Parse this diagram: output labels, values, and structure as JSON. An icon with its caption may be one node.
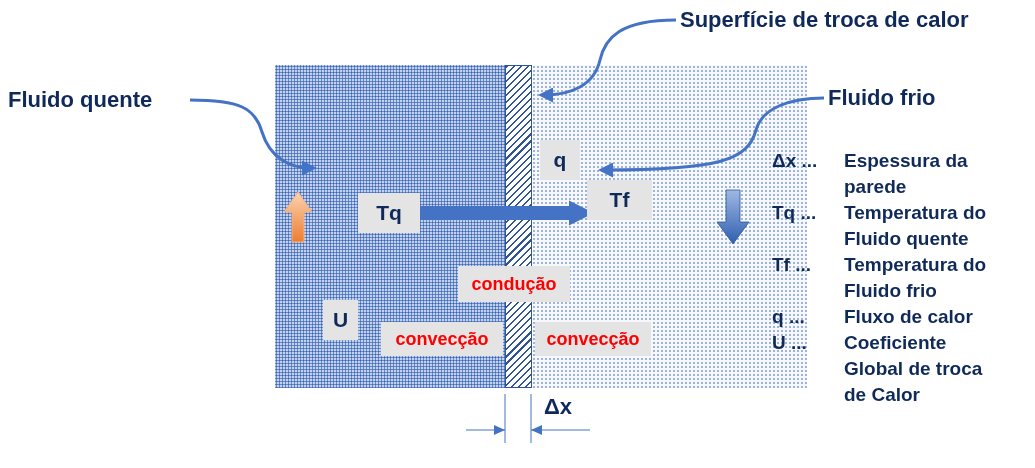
{
  "diagram": {
    "nodes": [
      {
        "text": [],
        "shape": "box"
      },
      {
        "text": [],
        "shape": "bar"
      },
      {
        "text": [],
        "shape": "box"
      },
      {
        "text": [
          "Fluido quente"
        ]
      },
      {
        "text": [
          "Superfície de troca de calor"
        ]
      },
      {
        "text": [
          "Fluido frio"
        ]
      },
      {
        "text": [
          "Tq"
        ],
        "in": 0
      },
      {
        "text": [
          "q"
        ],
        "in": 2
      },
      {
        "text": [
          "Tf"
        ],
        "in": 2
      },
      {
        "text": [
          "U"
        ],
        "in": 0
      },
      {
        "text": [
          "condução"
        ]
      },
      {
        "text": [
          "convecção"
        ],
        "in": 0
      },
      {
        "text": [
          "convecção"
        ],
        "in": 2
      }
    ],
    "edges": [
      {
        "from": 3,
        "to": 0,
        "arrow": "to"
      },
      {
        "from": 4,
        "to": 1,
        "arrow": "to"
      },
      {
        "from": 5,
        "to": 2,
        "arrow": "to"
      },
      {
        "from": 6,
        "to": 1,
        "arrow": "none",
        "style": "thick"
      },
      {
        "from": 1,
        "to": 8,
        "arrow": "to",
        "style": "thick"
      }
    ],
    "labels": [
      "Δx",
      "Δx ...",
      "Espessura da parede",
      "Tq ...",
      "Temperatura do Fluido quente",
      "Tf ...",
      "Temperatura do Fluido frio",
      "q ...",
      "Fluxo de calor",
      "U ...",
      "Coeficiente Global de troca de Calor"
    ]
  }
}
